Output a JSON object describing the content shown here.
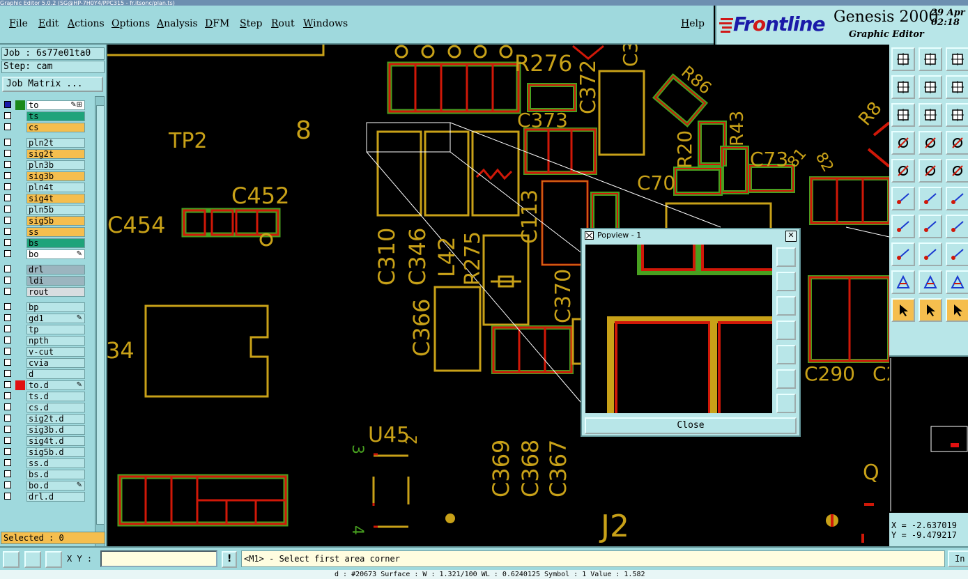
{
  "window_title": "Graphic Editor 5.0.2 (SG@HP-7H0Y4/PPC315 - fr.itsonc/plan.ts)",
  "menu": [
    "File",
    "Edit",
    "Actions",
    "Options",
    "Analysis",
    "DFM",
    "Step",
    "Rout",
    "Windows"
  ],
  "help": "Help",
  "logo": {
    "brand_a": "Fr",
    "brand_o": "o",
    "brand_b": "ntline",
    "product": "Genesis 2000",
    "subtitle": "Graphic Editor",
    "date_line1": "29 Apr",
    "date_line2": "02:18"
  },
  "job": "Job : 6s77e01ta0",
  "step": "Step: cam",
  "job_matrix": "Job Matrix ...",
  "layers": [
    {
      "name": "to",
      "color": "#ffffff",
      "swatch": "#1a8a1a",
      "checked": true,
      "flag": "✎⊞"
    },
    {
      "name": "ts",
      "color": "#1fa37a",
      "swatch": "",
      "checked": false,
      "flag": ""
    },
    {
      "name": "cs",
      "color": "#f5be4e",
      "swatch": "",
      "checked": false,
      "flag": ""
    },
    {
      "name": "pln2t",
      "color": "#b8e6e8",
      "swatch": "",
      "checked": false,
      "flag": ""
    },
    {
      "name": "sig2t",
      "color": "#f5be4e",
      "swatch": "",
      "checked": false,
      "flag": ""
    },
    {
      "name": "pln3b",
      "color": "#b8e6e8",
      "swatch": "",
      "checked": false,
      "flag": ""
    },
    {
      "name": "sig3b",
      "color": "#f5be4e",
      "swatch": "",
      "checked": false,
      "flag": ""
    },
    {
      "name": "pln4t",
      "color": "#b8e6e8",
      "swatch": "",
      "checked": false,
      "flag": ""
    },
    {
      "name": "sig4t",
      "color": "#f5be4e",
      "swatch": "",
      "checked": false,
      "flag": ""
    },
    {
      "name": "pln5b",
      "color": "#b8e6e8",
      "swatch": "",
      "checked": false,
      "flag": ""
    },
    {
      "name": "sig5b",
      "color": "#f5be4e",
      "swatch": "",
      "checked": false,
      "flag": ""
    },
    {
      "name": "ss",
      "color": "#f5be4e",
      "swatch": "",
      "checked": false,
      "flag": ""
    },
    {
      "name": "bs",
      "color": "#1fa37a",
      "swatch": "",
      "checked": false,
      "flag": ""
    },
    {
      "name": "bo",
      "color": "#ffffff",
      "swatch": "",
      "checked": false,
      "flag": "✎"
    },
    {
      "name": "drl",
      "color": "#9bb5bf",
      "swatch": "",
      "checked": false,
      "flag": ""
    },
    {
      "name": "ldi",
      "color": "#9bb5bf",
      "swatch": "",
      "checked": false,
      "flag": ""
    },
    {
      "name": "rout",
      "color": "#d8dde0",
      "swatch": "",
      "checked": false,
      "flag": ""
    },
    {
      "name": "bp",
      "color": "#b8e6e8",
      "swatch": "",
      "checked": false,
      "flag": ""
    },
    {
      "name": "gd1",
      "color": "#b8e6e8",
      "swatch": "",
      "checked": false,
      "flag": "✎"
    },
    {
      "name": "tp",
      "color": "#b8e6e8",
      "swatch": "",
      "checked": false,
      "flag": ""
    },
    {
      "name": "npth",
      "color": "#b8e6e8",
      "swatch": "",
      "checked": false,
      "flag": ""
    },
    {
      "name": "v-cut",
      "color": "#b8e6e8",
      "swatch": "",
      "checked": false,
      "flag": ""
    },
    {
      "name": "cvia",
      "color": "#b8e6e8",
      "swatch": "",
      "checked": false,
      "flag": ""
    },
    {
      "name": "d",
      "color": "#b8e6e8",
      "swatch": "",
      "checked": false,
      "flag": ""
    },
    {
      "name": "to.d",
      "color": "#b8e6e8",
      "swatch": "#e01010",
      "checked": false,
      "flag": "✎"
    },
    {
      "name": "ts.d",
      "color": "#b8e6e8",
      "swatch": "",
      "checked": false,
      "flag": ""
    },
    {
      "name": "cs.d",
      "color": "#b8e6e8",
      "swatch": "",
      "checked": false,
      "flag": ""
    },
    {
      "name": "sig2t.d",
      "color": "#b8e6e8",
      "swatch": "",
      "checked": false,
      "flag": ""
    },
    {
      "name": "sig3b.d",
      "color": "#b8e6e8",
      "swatch": "",
      "checked": false,
      "flag": ""
    },
    {
      "name": "sig4t.d",
      "color": "#b8e6e8",
      "swatch": "",
      "checked": false,
      "flag": ""
    },
    {
      "name": "sig5b.d",
      "color": "#b8e6e8",
      "swatch": "",
      "checked": false,
      "flag": ""
    },
    {
      "name": "ss.d",
      "color": "#b8e6e8",
      "swatch": "",
      "checked": false,
      "flag": ""
    },
    {
      "name": "bs.d",
      "color": "#b8e6e8",
      "swatch": "",
      "checked": false,
      "flag": ""
    },
    {
      "name": "bo.d",
      "color": "#b8e6e8",
      "swatch": "",
      "checked": false,
      "flag": "✎"
    },
    {
      "name": "drl.d",
      "color": "#b8e6e8",
      "swatch": "",
      "checked": false,
      "flag": ""
    }
  ],
  "selected": "Selected : 0",
  "coords": {
    "x": "X = -2.637019",
    "y": "Y = -9.479217"
  },
  "xy_label": "X Y :",
  "xy_value": "",
  "prompt": "<M1> - Select first area corner",
  "info_button": "In",
  "status_line": "d : #20673  Surface : W : 1.321/100  WL : 0.6240125  Symbol : 1  Value : 1.582",
  "popview": {
    "title": "Popview - 1",
    "close": "Close"
  },
  "designators": [
    "TP2",
    "8",
    "C452",
    "C454",
    "34",
    "R276",
    "C373",
    "C372",
    "C3",
    "R86",
    "R20",
    "R43",
    "C73",
    "81",
    "82",
    "R8",
    "C70",
    "C310",
    "C346",
    "L42",
    "R275",
    "C113",
    "C370",
    "C366",
    "C290",
    "C2",
    "U45",
    "C369",
    "C368",
    "C367",
    "J2",
    "Q",
    "3",
    "4",
    "2"
  ],
  "colors": {
    "pad_outline": "#d01808",
    "mask": "#48a020",
    "silk": "#c8a118",
    "panel": "#9fd9dd"
  }
}
